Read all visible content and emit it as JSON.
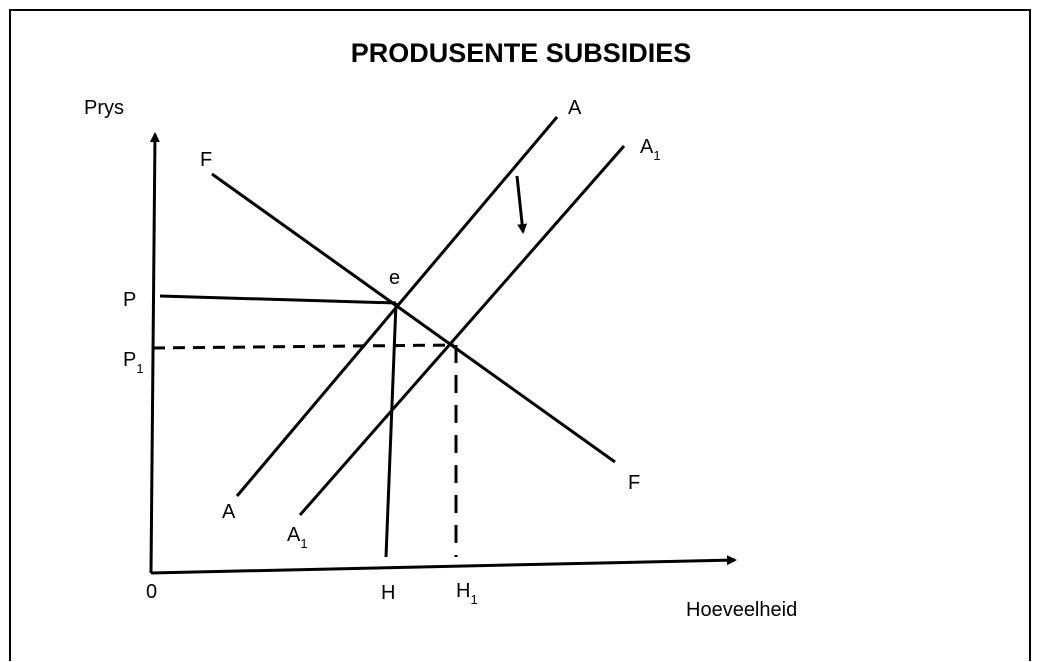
{
  "title": "PRODUSENTE SUBSIDIES",
  "axes": {
    "y_label": "Prys",
    "x_label": "Hoeveelheid",
    "origin": "0"
  },
  "curves": {
    "demand": {
      "top": "F",
      "bottom": "F"
    },
    "supply": {
      "top": "A",
      "bottom": "A"
    },
    "supply_new": {
      "top": "A",
      "top_sub": "1",
      "bottom": "A",
      "bottom_sub": "1"
    }
  },
  "points": {
    "equilibrium": "e",
    "price": "P",
    "price_new": "P",
    "price_new_sub": "1",
    "quantity": "H",
    "quantity_new": "H",
    "quantity_new_sub": "1"
  },
  "colors": {
    "ink": "#000000",
    "background": "#ffffff"
  }
}
